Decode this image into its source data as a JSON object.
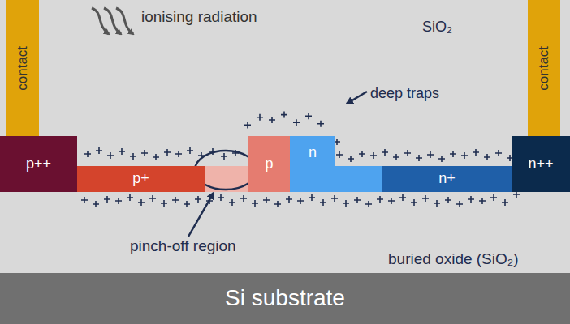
{
  "diagram": {
    "nodes": [
      {
        "text": [
          "contact"
        ]
      },
      {
        "text": [
          "contact"
        ]
      },
      {
        "text": [
          "p++"
        ]
      },
      {
        "text": [
          "p+"
        ]
      },
      {
        "text": [
          "p"
        ]
      },
      {
        "text": [
          "n"
        ]
      },
      {
        "text": [
          "n+"
        ]
      },
      {
        "text": [
          "n++"
        ]
      },
      {
        "text": [
          "Si substrate"
        ]
      }
    ],
    "labels": [
      "ionising radiation",
      "SiO₂",
      "deep traps",
      "pinch-off region",
      "buried oxide (SiO₂)"
    ]
  }
}
